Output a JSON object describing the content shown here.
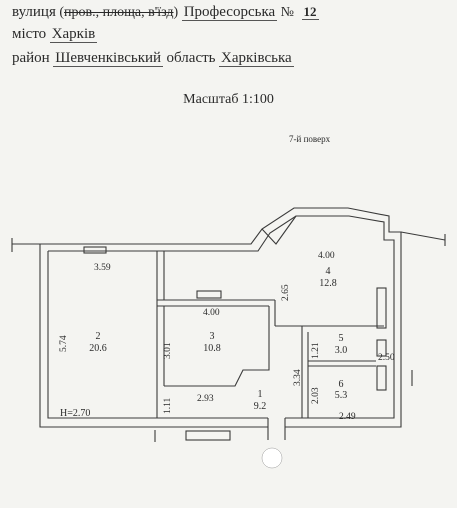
{
  "header": {
    "line1": {
      "label": "вулиця",
      "paren_open": "(",
      "strike_text": "пров., площа, в'їзд",
      "paren_close": ")",
      "street": "Професорська",
      "number_sign": "№",
      "number": "12"
    },
    "line2": {
      "label": "місто",
      "city": "Харків"
    },
    "line3": {
      "label": "район",
      "district": "Шевченківський",
      "region_label": "область",
      "region": "Харківська"
    }
  },
  "scale": "Масштаб 1:100",
  "floor": "7-й поверх",
  "plan": {
    "rooms": [
      {
        "number": "1",
        "area": "9.2"
      },
      {
        "number": "2",
        "area": "20.6"
      },
      {
        "number": "3",
        "area": "10.8"
      },
      {
        "number": "4",
        "area": "12.8"
      },
      {
        "number": "5",
        "area": "3.0"
      },
      {
        "number": "6",
        "area": "5.3"
      }
    ],
    "dimensions": {
      "d_359": "3.59",
      "d_574": "5.74",
      "d_400_top": "4.00",
      "d_400_mid": "4.00",
      "d_301": "3.01",
      "d_265": "2.65",
      "d_121": "1.21",
      "d_250": "2.50",
      "d_334": "3.34",
      "d_203": "2.03",
      "d_293": "2.93",
      "d_111": "1.11",
      "d_249": "2.49"
    },
    "height": "H=2.70"
  }
}
